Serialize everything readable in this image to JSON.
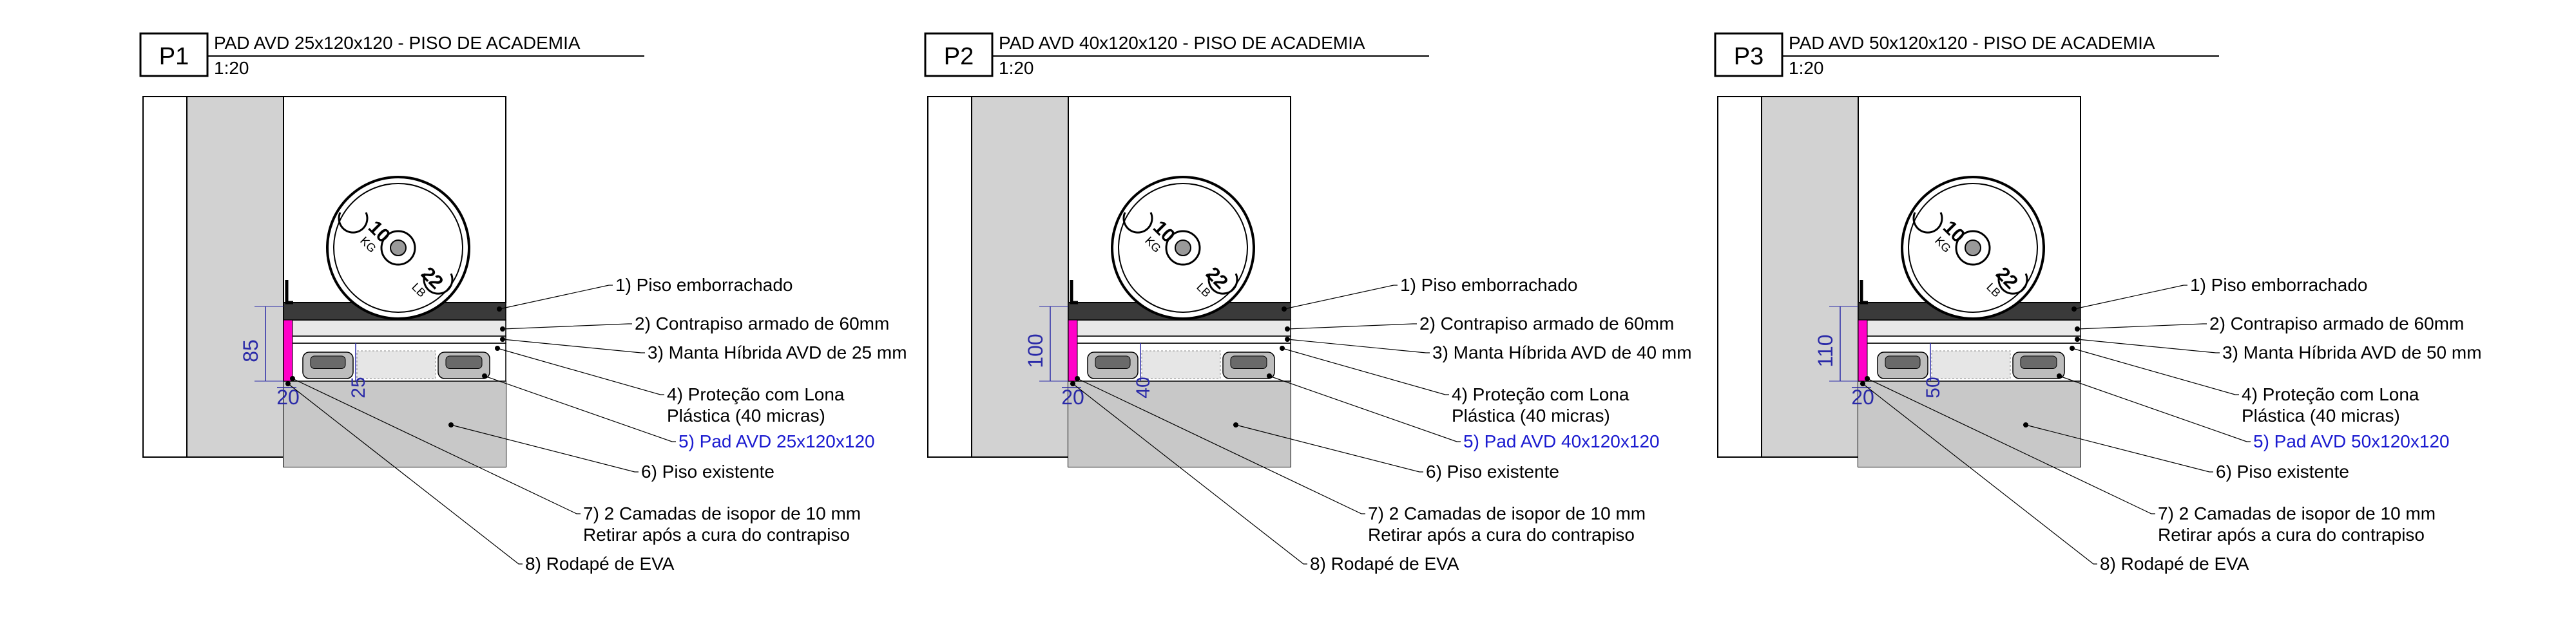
{
  "colors": {
    "concrete": "#c8c8c8",
    "wall": "#d2d2d2",
    "wall_panel": "#ffffff",
    "rubber": "#3a3a3a",
    "eva": "#ff00c8",
    "dimension": "#2a2aa8",
    "pad_label": "#1a1ad0",
    "line": "#000000"
  },
  "details": [
    {
      "tag": "P1",
      "title": "PAD AVD 25x120x120 - PISO DE ACADEMIA",
      "scale": "1:20",
      "dim_height": "85",
      "dim_eva": "20",
      "dim_pad": "25",
      "plate_big": "10",
      "plate_unit": "KG",
      "plate_small": "22",
      "plate_unit2": "LB",
      "labels": [
        {
          "text": "1) Piso emborrachado",
          "highlight": false
        },
        {
          "text": "2) Contrapiso armado de 60mm",
          "highlight": false
        },
        {
          "text": "3) Manta Híbrida AVD de 25 mm",
          "highlight": false
        },
        {
          "text": "4) Proteção com Lona",
          "highlight": false
        },
        {
          "text": "Plástica (40 micras)",
          "highlight": false
        },
        {
          "text": "5) Pad AVD 25x120x120",
          "highlight": true
        },
        {
          "text": "6) Piso existente",
          "highlight": false
        },
        {
          "text": "7) 2 Camadas de isopor de 10 mm",
          "highlight": false
        },
        {
          "text": "Retirar após a cura do contrapiso",
          "highlight": false
        },
        {
          "text": "8) Rodapé de EVA",
          "highlight": false
        }
      ]
    },
    {
      "tag": "P2",
      "title": "PAD AVD 40x120x120 - PISO DE ACADEMIA",
      "scale": "1:20",
      "dim_height": "100",
      "dim_eva": "20",
      "dim_pad": "40",
      "plate_big": "10",
      "plate_unit": "KG",
      "plate_small": "22",
      "plate_unit2": "LB",
      "labels": [
        {
          "text": "1) Piso emborrachado",
          "highlight": false
        },
        {
          "text": "2) Contrapiso armado de 60mm",
          "highlight": false
        },
        {
          "text": "3) Manta Híbrida AVD de 40 mm",
          "highlight": false
        },
        {
          "text": "4) Proteção com Lona",
          "highlight": false
        },
        {
          "text": "Plástica (40 micras)",
          "highlight": false
        },
        {
          "text": "5) Pad AVD 40x120x120",
          "highlight": true
        },
        {
          "text": "6) Piso existente",
          "highlight": false
        },
        {
          "text": "7) 2 Camadas de isopor de 10 mm",
          "highlight": false
        },
        {
          "text": "Retirar após a cura do contrapiso",
          "highlight": false
        },
        {
          "text": "8) Rodapé de EVA",
          "highlight": false
        }
      ]
    },
    {
      "tag": "P3",
      "title": "PAD AVD 50x120x120 - PISO DE ACADEMIA",
      "scale": "1:20",
      "dim_height": "110",
      "dim_eva": "20",
      "dim_pad": "50",
      "plate_big": "10",
      "plate_unit": "KG",
      "plate_small": "22",
      "plate_unit2": "LB",
      "labels": [
        {
          "text": "1) Piso emborrachado",
          "highlight": false
        },
        {
          "text": "2) Contrapiso armado de 60mm",
          "highlight": false
        },
        {
          "text": "3) Manta Híbrida AVD de 50 mm",
          "highlight": false
        },
        {
          "text": "4) Proteção com Lona",
          "highlight": false
        },
        {
          "text": "Plástica (40 micras)",
          "highlight": false
        },
        {
          "text": "5) Pad AVD 50x120x120",
          "highlight": true
        },
        {
          "text": "6) Piso existente",
          "highlight": false
        },
        {
          "text": "7) 2 Camadas de isopor de 10 mm",
          "highlight": false
        },
        {
          "text": "Retirar após a cura do contrapiso",
          "highlight": false
        },
        {
          "text": "8) Rodapé de EVA",
          "highlight": false
        }
      ]
    }
  ]
}
